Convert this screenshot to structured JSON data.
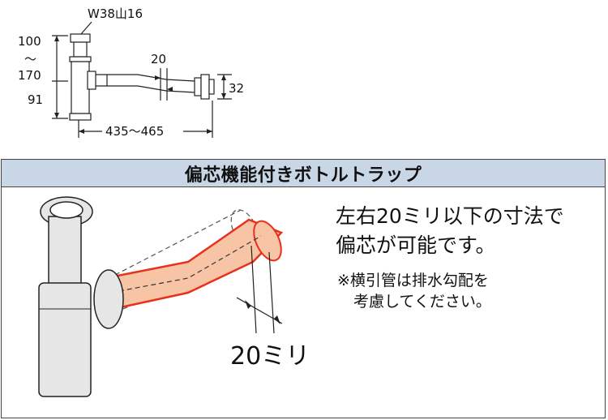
{
  "top_dims": {
    "thread": "W38山16",
    "height_range_top": "100",
    "height_range_sep": "〜",
    "height_range_bottom": "170",
    "lower_height": "91",
    "offset": "20",
    "pipe_diameter": "32",
    "length": "435〜465"
  },
  "panel": {
    "title": "偏芯機能付きボトルトラップ",
    "desc_line1": "左右20ミリ以下の寸法で",
    "desc_line2": "偏芯が可能です。",
    "note_line1": "※横引管は排水勾配を",
    "note_line2": "考慮してください。",
    "offset_label": "20ミリ"
  },
  "colors": {
    "header_bg": "#c9d6e6",
    "pipe_fill": "#f7c4a6",
    "pipe_outline": "#e8301c",
    "trap_fill": "#e6e6e6"
  }
}
